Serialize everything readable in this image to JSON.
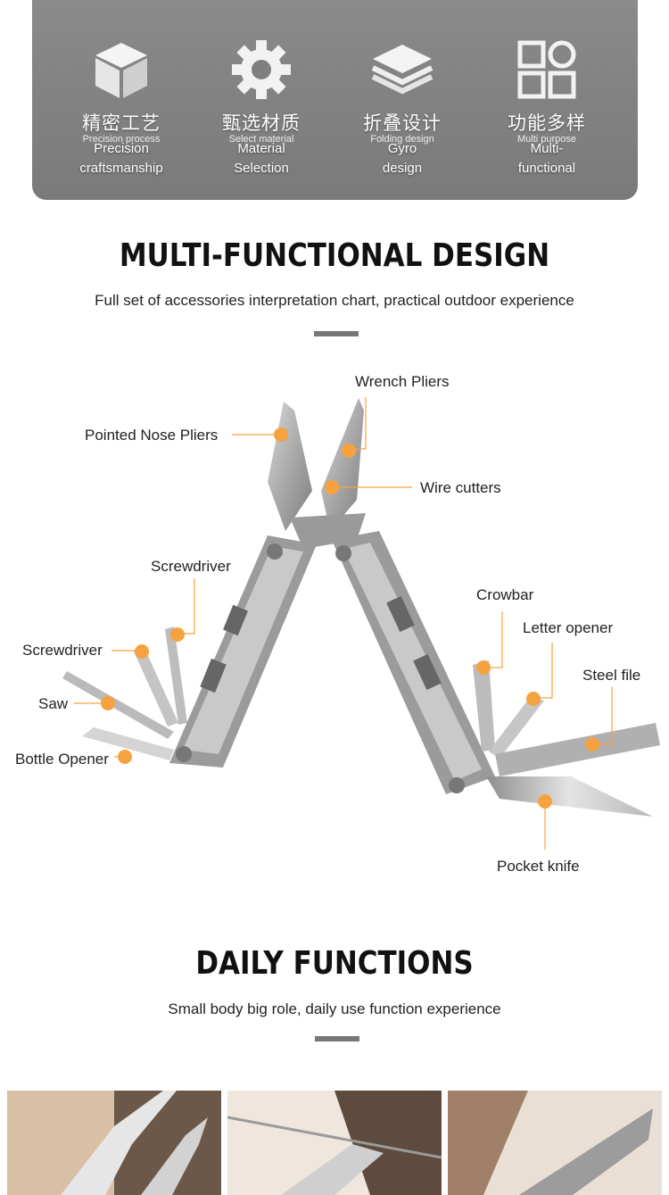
{
  "features": [
    {
      "icon": "cube-icon",
      "cn": "精密工艺",
      "sub": "Precision process",
      "en1": "Precision",
      "en2": "craftsmanship"
    },
    {
      "icon": "gear-icon",
      "cn": "甄选材质",
      "sub": "Select material",
      "en1": "Material",
      "en2": "Selection"
    },
    {
      "icon": "layers-icon",
      "cn": "折叠设计",
      "sub": "Folding design",
      "en1": "Gyro",
      "en2": "design"
    },
    {
      "icon": "grid-icon",
      "cn": "功能多样",
      "sub": "Multi purpose",
      "en1": "Multi-",
      "en2": "functional"
    }
  ],
  "section1": {
    "title": "MULTI-FUNCTIONAL DESIGN",
    "subtitle": "Full set of accessories interpretation chart, practical outdoor experience"
  },
  "callouts": {
    "wrench_pliers": "Wrench Pliers",
    "pointed_nose_pliers": "Pointed Nose Pliers",
    "wire_cutters": "Wire cutters",
    "screwdriver_1": "Screwdriver",
    "crowbar": "Crowbar",
    "letter_opener": "Letter opener",
    "screwdriver_2": "Screwdriver",
    "steel_file": "Steel file",
    "saw": "Saw",
    "bottle_opener": "Bottle Opener",
    "pocket_knife": "Pocket knife"
  },
  "section2": {
    "title": "DAILY FUNCTIONS",
    "subtitle": "Small body big role, daily use function experience"
  },
  "colors": {
    "panel": "#808080",
    "callout_dot": "#f7a240",
    "rule": "#777777"
  }
}
